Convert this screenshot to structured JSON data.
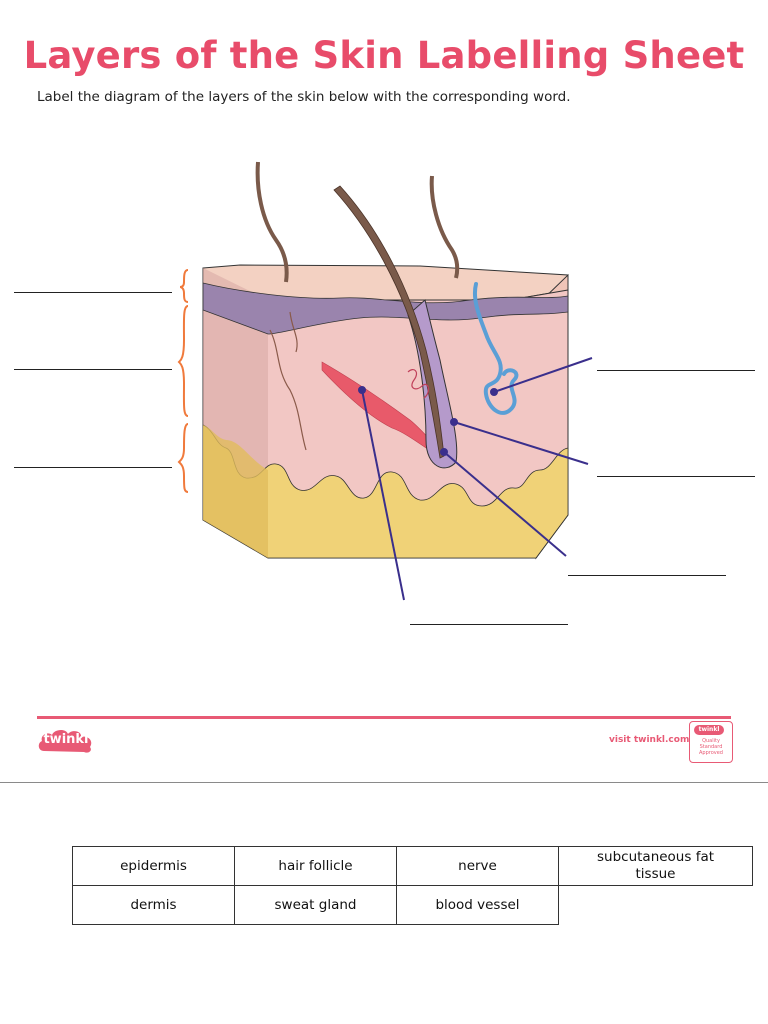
{
  "worksheet": {
    "title": "Layers of the Skin Labelling Sheet",
    "instruction": "Label the diagram of the layers of the skin below with the corresponding word."
  },
  "diagram": {
    "description_icon": "skin-cross-section-illustration",
    "layers": [
      "epidermis",
      "dermis",
      "subcutaneous fat tissue"
    ],
    "answer_blanks": 7
  },
  "footer": {
    "logo_text": "twinkl",
    "visit_text": "visit twinkl.com",
    "badge_top": "twinkl",
    "badge_text": "Quality Standard Approved",
    "accent_color": "#e85a75"
  },
  "word_bank": {
    "row1": [
      "epidermis",
      "hair follicle",
      "nerve",
      "subcutaneous fat tissue"
    ],
    "row2": [
      "dermis",
      "sweat gland",
      "blood vessel"
    ]
  },
  "colors": {
    "title": "#e84c6a",
    "epidermis_top": "#f3d1c2",
    "epidermis_band": "#9a84ad",
    "dermis": "#f2c7c4",
    "fat": "#f0d277",
    "blood_vessel": "#e85a6a",
    "sweat_gland": "#5a9fd6",
    "hair": "#7a5a4a",
    "pointer": "#3a2f8c",
    "bracket": "#f07a3c"
  }
}
